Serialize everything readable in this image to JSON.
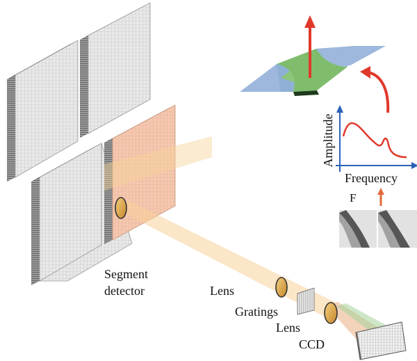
{
  "labels": {
    "segment_line1": "Segment",
    "segment_line2": "detector",
    "lens_1": "Lens",
    "gratings": "Gratings",
    "lens_2": "Lens",
    "ccd": "CCD",
    "amplitude": "Amplitude",
    "frequency": "Frequency",
    "fourier": "F"
  },
  "colors": {
    "panel_face": "#e6e6e6",
    "panel_dark": "#1a1a1a",
    "highlight_panel": "#f5c6ae",
    "beam": "#f7d29a",
    "plate_blue": "#9db7dd",
    "plate_green": "#8cc67a",
    "curve_red": "#e0392b",
    "axis_blue": "#2b62b8",
    "arrow_orange": "#e06a3a",
    "lens_gold": "#d99a3c"
  }
}
